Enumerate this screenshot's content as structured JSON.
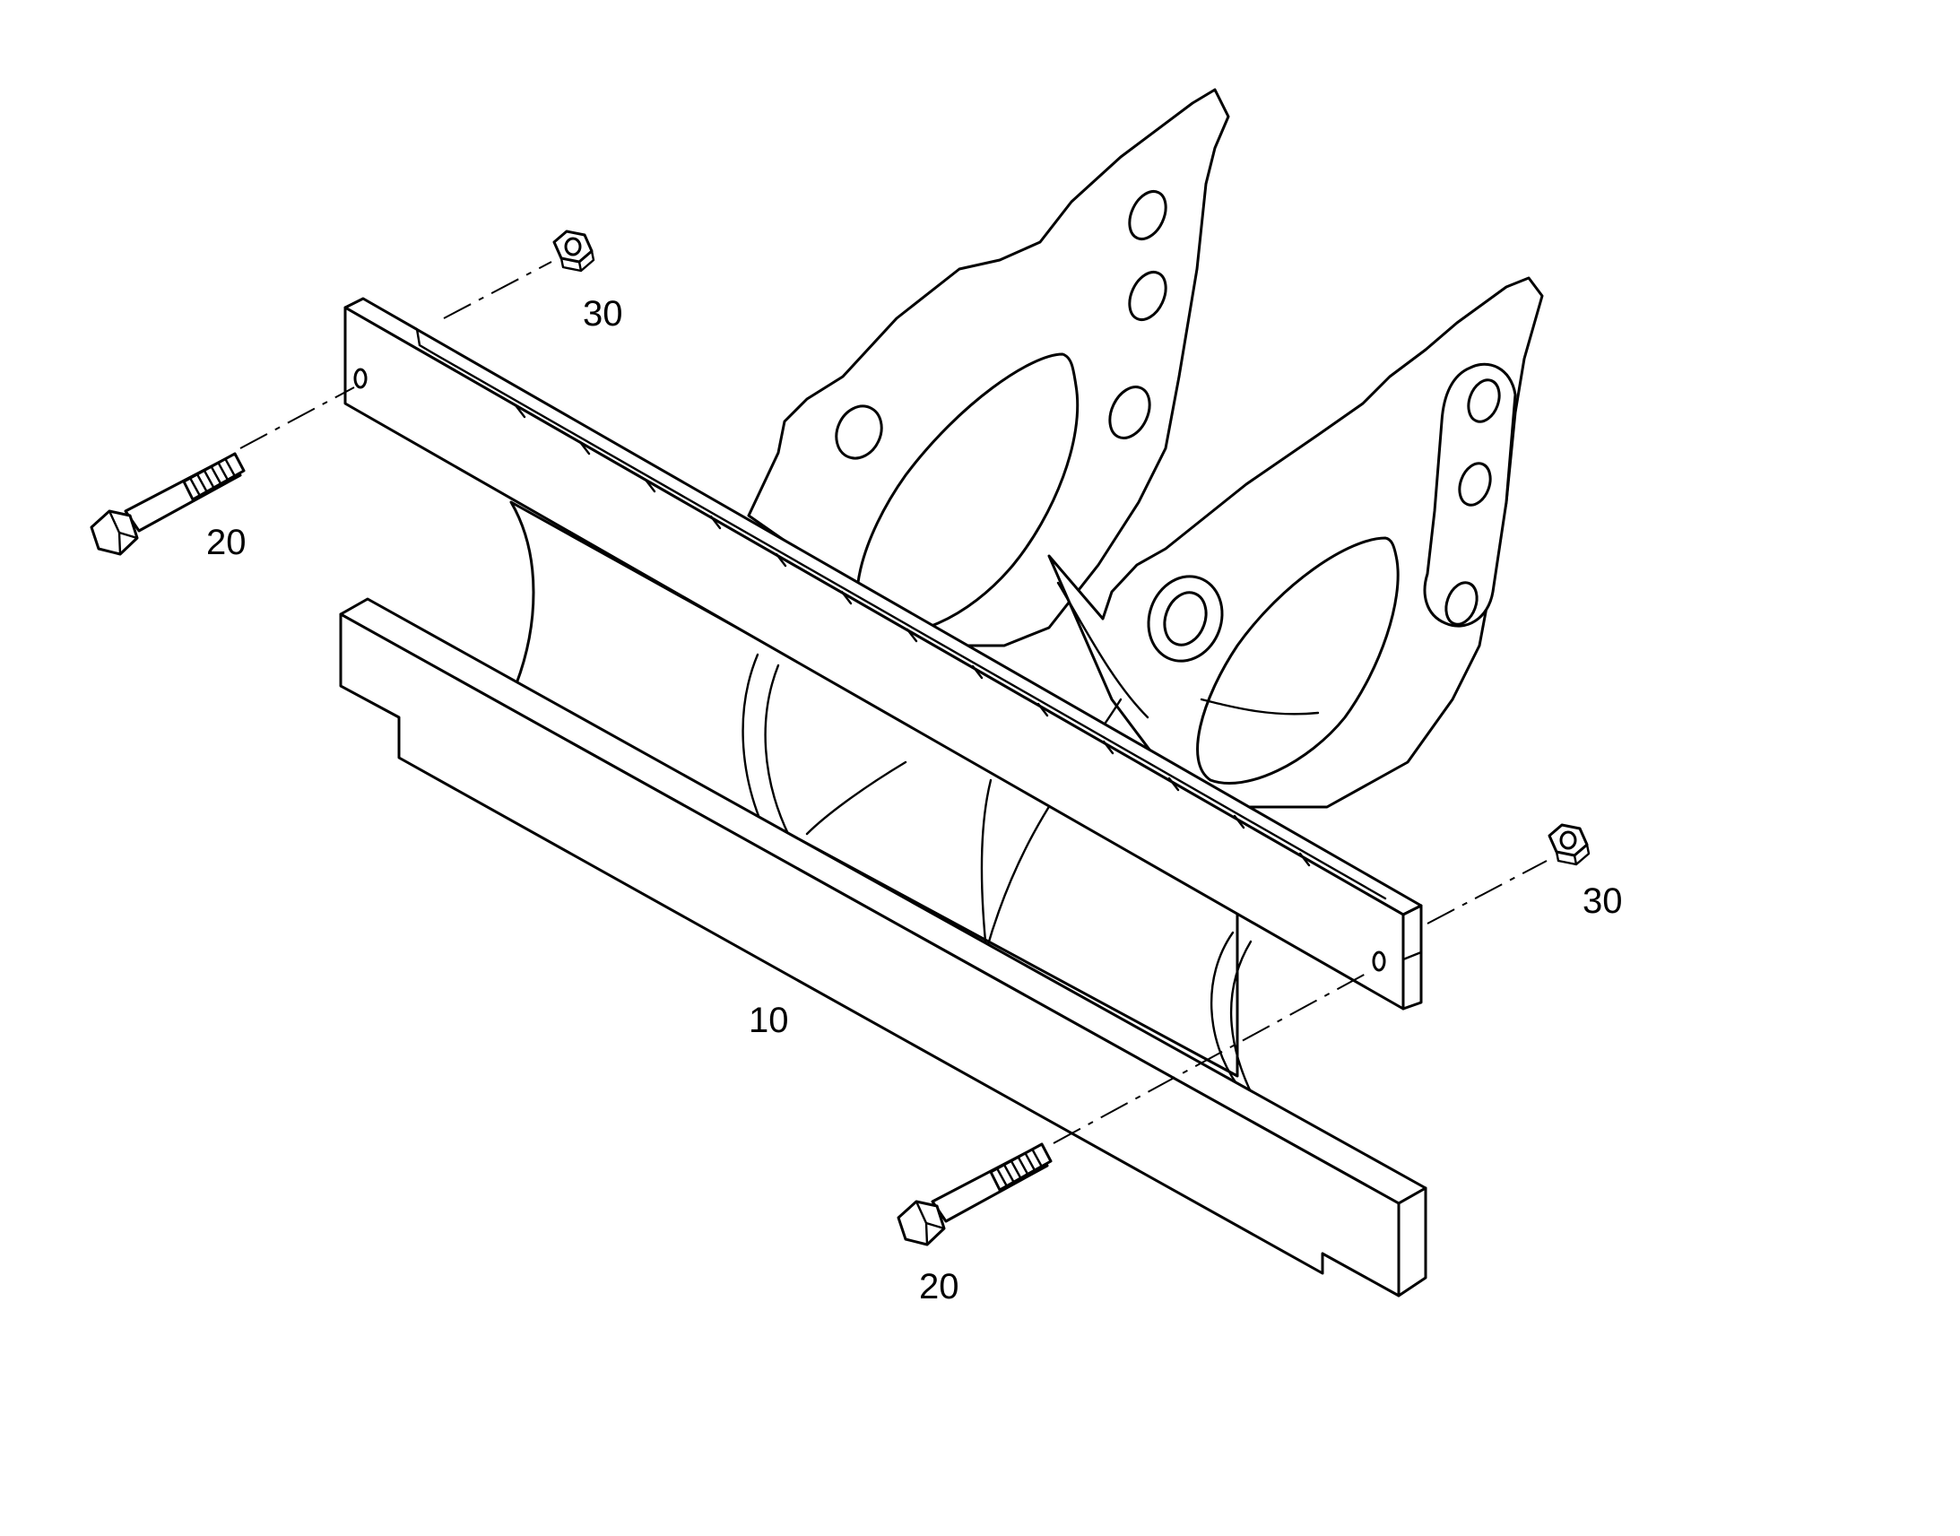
{
  "callouts": {
    "seal_bar": "10",
    "bolt_left": "20",
    "bolt_right": "20",
    "nut_top": "30",
    "nut_right": "30"
  }
}
